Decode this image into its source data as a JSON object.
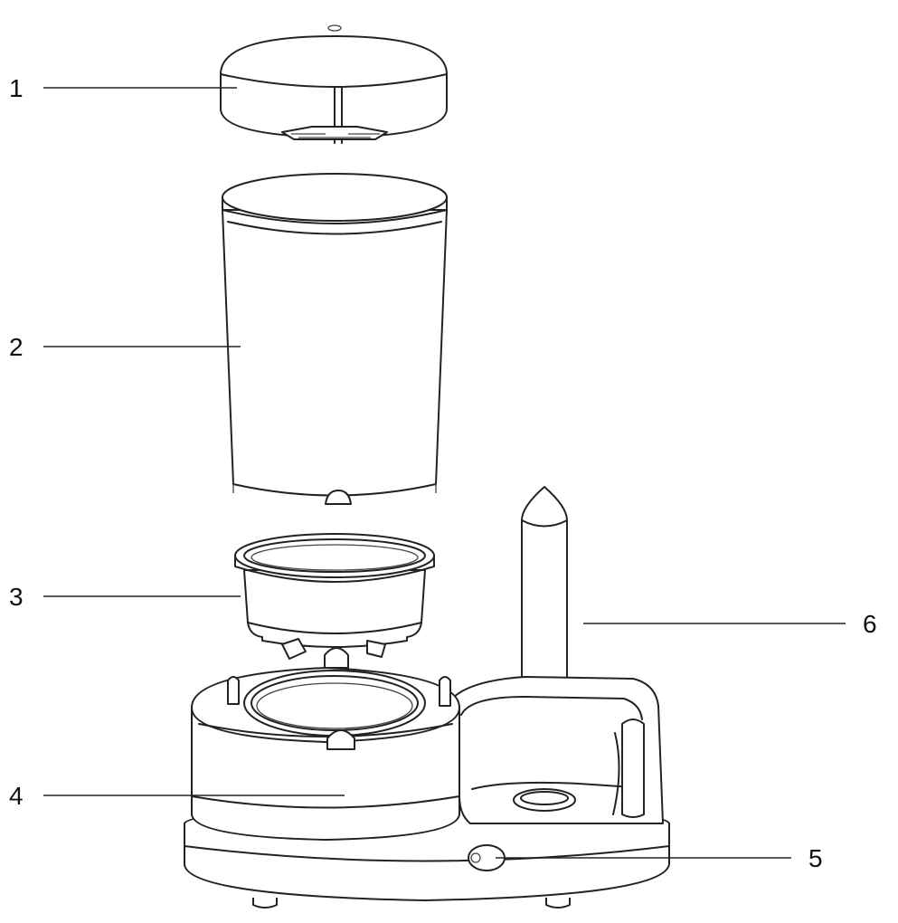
{
  "labels": [
    {
      "id": "lid",
      "text": "1"
    },
    {
      "id": "container",
      "text": "2"
    },
    {
      "id": "egg-cup",
      "text": "3"
    },
    {
      "id": "base",
      "text": "4"
    },
    {
      "id": "switch",
      "text": "5"
    },
    {
      "id": "sausage-tube",
      "text": "6"
    }
  ],
  "colors": {
    "line": "#222222",
    "background": "#ffffff"
  }
}
